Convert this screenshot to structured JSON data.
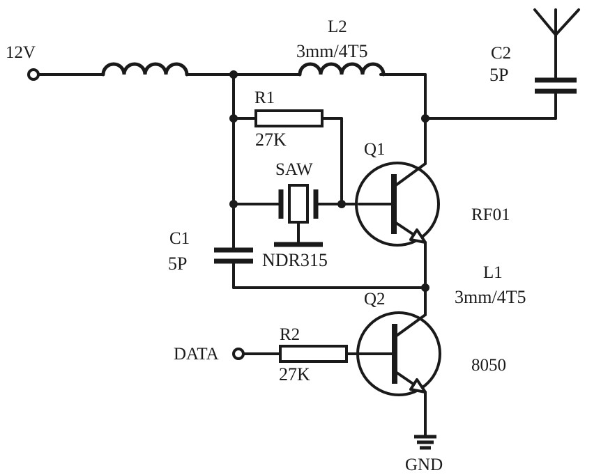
{
  "colors": {
    "ink": "#1a1a1a",
    "background": "#ffffff"
  },
  "nodes": {
    "supply": "12V",
    "data_input": "DATA",
    "ground": "GND"
  },
  "components": {
    "L2": {
      "ref": "L2",
      "value": "3mm/4T5"
    },
    "C2": {
      "ref": "C2",
      "value": "5P"
    },
    "R1": {
      "ref": "R1",
      "value": "27K"
    },
    "Q1": {
      "ref": "Q1",
      "part": "RF01"
    },
    "SAW": {
      "ref": "SAW",
      "part": "NDR315"
    },
    "C1": {
      "ref": "C1",
      "value": "5P"
    },
    "L1": {
      "ref": "L1",
      "value": "3mm/4T5"
    },
    "Q2": {
      "ref": "Q2",
      "part": "8050"
    },
    "R2": {
      "ref": "R2",
      "value": "27K"
    }
  },
  "icons": [
    "antenna-icon",
    "ground-icon",
    "npn-transistor-icon",
    "saw-resonator-icon",
    "inductor-icon",
    "capacitor-icon",
    "resistor-icon"
  ]
}
